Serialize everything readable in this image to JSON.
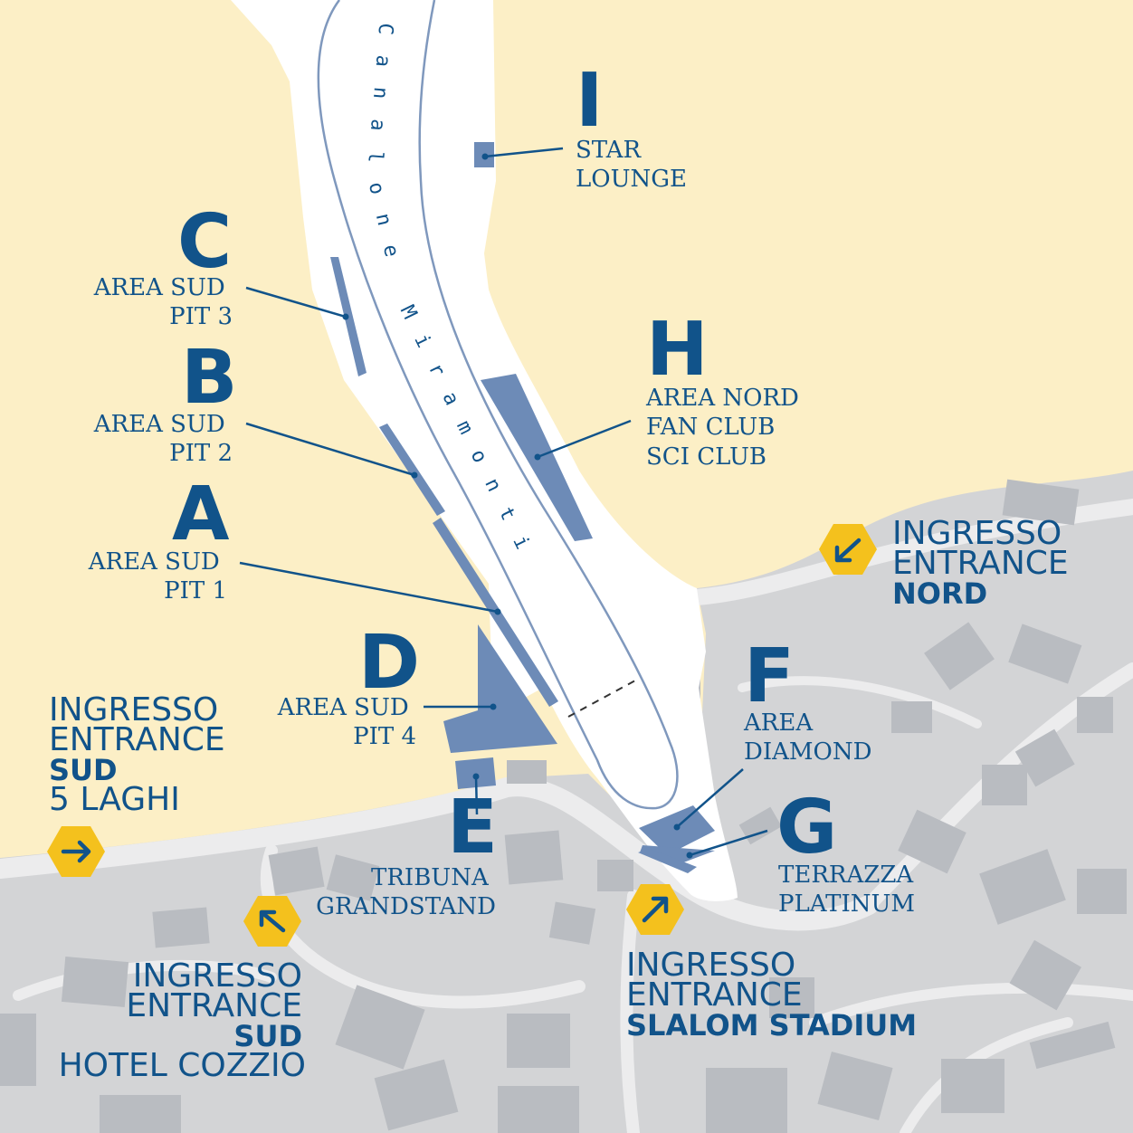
{
  "piste": {
    "name": "Canalone Miramonti"
  },
  "zones": [
    {
      "letter": "I",
      "lines": [
        "STAR",
        "LOUNGE"
      ]
    },
    {
      "letter": "C",
      "lines": [
        "AREA SUD",
        "PIT 3"
      ]
    },
    {
      "letter": "B",
      "lines": [
        "AREA SUD",
        "PIT 2"
      ]
    },
    {
      "letter": "A",
      "lines": [
        "AREA SUD",
        "PIT 1"
      ]
    },
    {
      "letter": "D",
      "lines": [
        "AREA SUD",
        "PIT 4"
      ]
    },
    {
      "letter": "E",
      "lines": [
        "TRIBUNA",
        "GRANDSTAND"
      ]
    },
    {
      "letter": "H",
      "lines": [
        "AREA NORD",
        "FAN CLUB",
        "SCI CLUB"
      ]
    },
    {
      "letter": "F",
      "lines": [
        "AREA",
        "DIAMOND"
      ]
    },
    {
      "letter": "G",
      "lines": [
        "TERRAZZA",
        "PLATINUM"
      ]
    }
  ],
  "entrances": [
    {
      "l1": "INGRESSO",
      "l2": "ENTRANCE",
      "bold": "NORD",
      "extra": ""
    },
    {
      "l1": "INGRESSO",
      "l2": "ENTRANCE",
      "bold": "SUD",
      "extra": "5 LAGHI"
    },
    {
      "l1": "INGRESSO",
      "l2": "ENTRANCE",
      "bold": "SUD",
      "extra": "HOTEL COZZIO"
    },
    {
      "l1": "INGRESSO",
      "l2": "ENTRANCE",
      "bold": "SLALOM STADIUM",
      "extra": ""
    }
  ],
  "colors": {
    "land": "#fcefc6",
    "town": "#d3d4d6",
    "building": "#b9bcc1",
    "piste": "#ffffff",
    "zone": "#6d8bb7",
    "text": "#11538a",
    "entrance_marker": "#f4c11d"
  },
  "icons": {
    "entrance": "hexagon-arrow-icon"
  }
}
